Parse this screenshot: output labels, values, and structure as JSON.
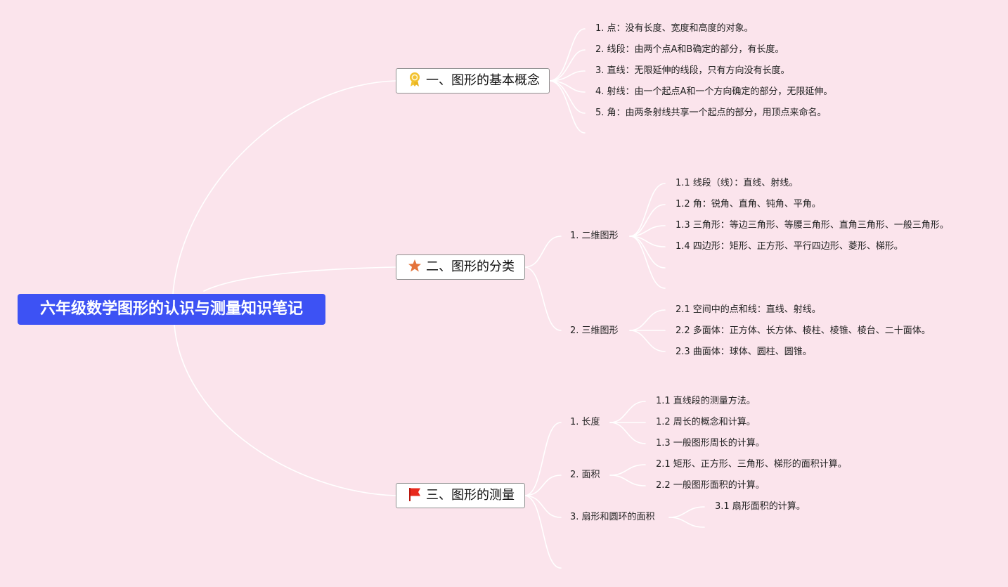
{
  "root": {
    "title": "六年级数学图形的认识与测量知识笔记"
  },
  "branches": [
    {
      "icon": "award-ribbon-icon",
      "title": "一、图形的基本概念",
      "items": [
        "1. 点：没有长度、宽度和高度的对象。",
        "2. 线段：由两个点A和B确定的部分，有长度。",
        "3. 直线：无限延伸的线段，只有方向没有长度。",
        "4. 射线：由一个起点A和一个方向确定的部分，无限延伸。",
        "5. 角：由两条射线共享一个起点的部分，用顶点来命名。"
      ]
    },
    {
      "icon": "star-icon",
      "title": "二、图形的分类",
      "groups": [
        {
          "label": "1. 二维图形",
          "items": [
            "1.1 线段（线）：直线、射线。",
            "1.2 角：锐角、直角、钝角、平角。",
            "1.3 三角形：等边三角形、等腰三角形、直角三角形、一般三角形。",
            "1.4 四边形：矩形、正方形、平行四边形、菱形、梯形。"
          ]
        },
        {
          "label": "2. 三维图形",
          "items": [
            "2.1 空间中的点和线：直线、射线。",
            "2.2 多面体：正方体、长方体、棱柱、棱锥、棱台、二十面体。",
            "2.3 曲面体：球体、圆柱、圆锥。"
          ]
        }
      ]
    },
    {
      "icon": "red-flag-icon",
      "title": "三、图形的测量",
      "groups": [
        {
          "label": "1. 长度",
          "items": [
            "1.1 直线段的测量方法。",
            "1.2 周长的概念和计算。",
            "1.3 一般图形周长的计算。"
          ]
        },
        {
          "label": "2. 面积",
          "items": [
            "2.1 矩形、正方形、三角形、梯形的面积计算。",
            "2.2 一般图形面积的计算。"
          ]
        },
        {
          "label": "3. 扇形和圆环的面积",
          "items": [
            "3.1 扇形面积的计算。"
          ]
        }
      ]
    }
  ],
  "colors": {
    "background": "#fbe4ec",
    "root_fill": "#3d52f4",
    "connector": "#ffffff",
    "icon_award": "#f2c230",
    "icon_star": "#e4733a",
    "icon_flag": "#e8291c"
  }
}
